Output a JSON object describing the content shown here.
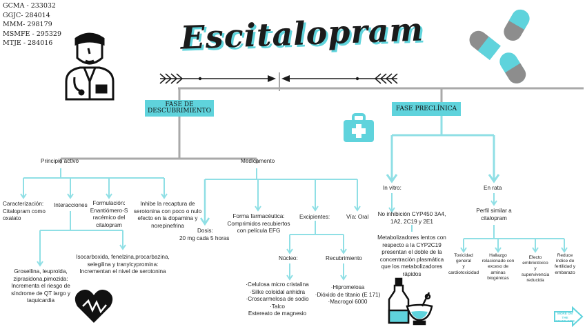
{
  "authors": [
    "GCMA - 233032",
    "GGJC- 284014",
    "MMM- 298179",
    "MSMFE - 295329",
    "MTJE - 284016"
  ],
  "title": "Escitalopram",
  "branches": {
    "descubrimiento": {
      "label_line1": "FASE DE",
      "label_line2": "DESCUBRIMIENTO",
      "principio_activo": {
        "label": "Principio activo",
        "caracterizacion": [
          "Caracterización:",
          "Citalopram como",
          "oxalato"
        ],
        "interacciones": {
          "label": "Interacciones",
          "left": [
            "Grosellina, leuprolda,",
            "ziprasidona,pimozida:",
            "Incrementa el riesgo de",
            "síndrome de QT largo y",
            "taquicardia"
          ],
          "right": [
            "Isocarboxida, fenelzina,procarbazina,",
            "selegilina y tranylcypromina:",
            "Incrementan el nivel de serotonina"
          ]
        },
        "formulacion": [
          "Formulación:",
          "Enantiómero-S",
          "racémico del",
          "citalopram"
        ],
        "mecanismo": [
          "Inhibe la recaptura de",
          "serotonina con poco o nulo",
          "efecto en la dopamina y",
          "norepinefrina"
        ]
      },
      "medicamento": {
        "label": "Medicamento",
        "dosis": [
          "Dosis:",
          "20 mg cada 5 horas"
        ],
        "forma": [
          "Forma farmacéutica:",
          "Comprimidos recubiertos",
          "con película EFG"
        ],
        "excipientes": {
          "label": "Excipientes:",
          "nucleo": {
            "label": "Núcleo:",
            "items": [
              "·Celulosa micro cristalina",
              "·Silke coloidal anhidra",
              "·Croscarmelosa de sodio",
              "·Talco",
              "Estereato de magnesio"
            ]
          },
          "recubrimiento": {
            "label": "Recubrimiento",
            "items": [
              "·Hipromelosa",
              "·Dióxido de titanio (E 171)",
              "·Macrogol 6000"
            ]
          }
        },
        "via": "Vía: Oral"
      }
    },
    "preclinica": {
      "label": "FASE PRECLÍNICA",
      "in_vitro": {
        "label": "In vitro:",
        "inhibicion": [
          "No inhibición CYP450 3A4,",
          "1A2, 2C19 y 2E1"
        ],
        "metabolizadores": [
          "Metabolizadores lentos con",
          "respecto a la CYP2C19",
          "presentan el doble de la",
          "concentración plasmática",
          "que los metabolizadores",
          "rápidos"
        ]
      },
      "en_rata": {
        "label": "En rata",
        "perfil": [
          "Perfil similar a",
          "citalopram"
        ],
        "findings": [
          [
            "Toxicidad",
            "general",
            "y",
            "cardiotoxicidad"
          ],
          [
            "Hallazgo",
            "relacionado con",
            "exceso de",
            "aminas",
            "biogénicas"
          ],
          [
            "Efecto",
            "embriotóxico",
            "y",
            "supervivencia",
            "reducida"
          ],
          [
            "Reduce",
            "índice de",
            "fertilidad y",
            "embarazo"
          ]
        ]
      }
    }
  },
  "footer_badge": [
    "MORE ON THE",
    "OTHER SIDE"
  ],
  "colors": {
    "accent": "#5fd3dc",
    "line": "#a9a9a9",
    "dark": "#1b1b1b",
    "pill_gray": "#8d8d8d"
  },
  "icons": [
    "doctor-icon",
    "pills-icon",
    "first-aid-kit-icon",
    "broken-heart-icon",
    "lab-flasks-icon",
    "arrow-right-icon",
    "decorative-arrows-icon"
  ]
}
